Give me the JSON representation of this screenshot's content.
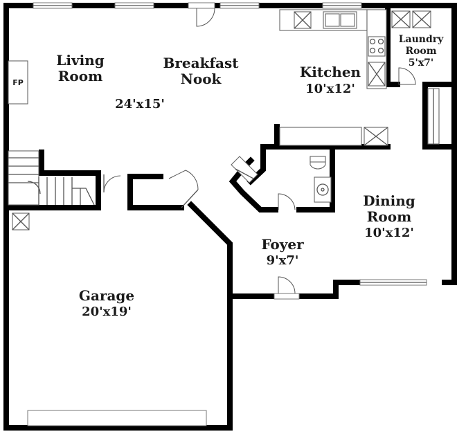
{
  "rooms": {
    "living": {
      "line1": "Living",
      "line2": "Room"
    },
    "breakfast": {
      "line1": "Breakfast",
      "line2": "Nook"
    },
    "combined_size": "24'x15'",
    "kitchen": {
      "name": "Kitchen",
      "size": "10'x12'"
    },
    "laundry": {
      "line1": "Laundry",
      "line2": "Room",
      "size": "5'x7'"
    },
    "dining": {
      "line1": "Dining",
      "line2": "Room",
      "size": "10'x12'"
    },
    "foyer": {
      "name": "Foyer",
      "size": "9'x7'"
    },
    "garage": {
      "name": "Garage",
      "size": "20'x19'"
    }
  },
  "fireplace": {
    "label": "FP"
  }
}
